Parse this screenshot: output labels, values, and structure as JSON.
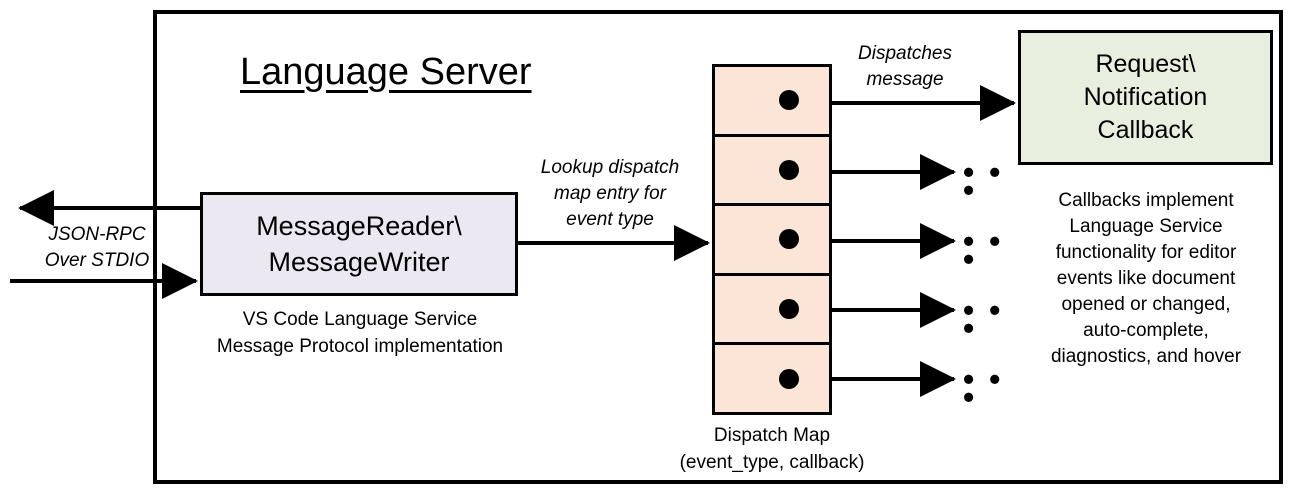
{
  "diagram": {
    "title": "Language Server",
    "left_edge_label": "JSON-RPC\nOver STDIO",
    "reader_box": {
      "label": "MessageReader\\\nMessageWriter",
      "caption": "VS Code Language Service\nMessage Protocol implementation",
      "fill": "#ebe8f2"
    },
    "lookup_label": "Lookup dispatch\nmap entry for\nevent type",
    "dispatch_table": {
      "caption": "Dispatch Map\n(event_type, callback)",
      "fill": "#fbe5d6",
      "row_count": 5,
      "rows": [
        {
          "marker": "callback-dot",
          "out_label": "Dispatches\nmessage",
          "target": "Request\\Notification Callback"
        },
        {
          "marker": "callback-dot",
          "out_label": "",
          "target": "..."
        },
        {
          "marker": "callback-dot",
          "out_label": "",
          "target": "..."
        },
        {
          "marker": "callback-dot",
          "out_label": "",
          "target": "..."
        },
        {
          "marker": "callback-dot",
          "out_label": "",
          "target": "..."
        }
      ]
    },
    "dispatch_message_label": "Dispatches\nmessage",
    "callback_box": {
      "label": "Request\\\nNotification\nCallback",
      "caption": "Callbacks implement\nLanguage Service\nfunctionality for editor\nevents like document\nopened or changed,\nauto-complete,\ndiagnostics, and hover",
      "fill": "#e8efdf"
    },
    "ellipsis": "• • •",
    "colors": {
      "stroke": "#000000",
      "background": "#ffffff",
      "reader_fill": "#ebe8f2",
      "table_fill": "#fbe5d6",
      "callback_fill": "#e8efdf"
    }
  }
}
